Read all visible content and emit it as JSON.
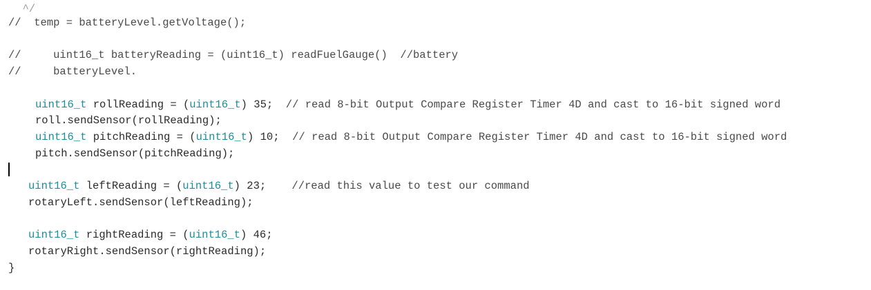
{
  "editor": {
    "lines": [
      {
        "segments": [
          {
            "text": "  ^/",
            "type": "faint"
          }
        ]
      },
      {
        "segments": [
          {
            "text": "//  temp = batteryLevel.getVoltage();",
            "type": "comment"
          }
        ]
      },
      {
        "segments": [
          {
            "text": "//     uint16_t batteryReading = (uint16_t) readFuelGauge()  //battery",
            "type": "comment"
          }
        ]
      },
      {
        "segments": [
          {
            "text": "//     batteryLevel.",
            "type": "comment"
          }
        ]
      },
      {
        "segments": [
          {
            "text": "uint16_t",
            "type": "keyword"
          },
          {
            "text": " rollReading = (",
            "type": "plain"
          },
          {
            "text": "uint16_t",
            "type": "keyword"
          },
          {
            "text": ") 35;  ",
            "type": "plain"
          },
          {
            "text": "// read 8-bit Output Compare Register Timer 4D and cast to 16-bit signed word",
            "type": "comment"
          }
        ]
      },
      {
        "segments": [
          {
            "text": "roll.sendSensor(rollReading);",
            "type": "plain"
          }
        ]
      },
      {
        "segments": [
          {
            "text": "uint16_t",
            "type": "keyword"
          },
          {
            "text": " pitchReading = (",
            "type": "plain"
          },
          {
            "text": "uint16_t",
            "type": "keyword"
          },
          {
            "text": ") 10;  ",
            "type": "plain"
          },
          {
            "text": "// read 8-bit Output Compare Register Timer 4D and cast to 16-bit signed word",
            "type": "comment"
          }
        ]
      },
      {
        "segments": [
          {
            "text": "pitch.sendSensor(pitchReading);",
            "type": "plain"
          }
        ]
      },
      {
        "segments": [
          {
            "text": "uint16_t",
            "type": "keyword"
          },
          {
            "text": " leftReading = (",
            "type": "plain"
          },
          {
            "text": "uint16_t",
            "type": "keyword"
          },
          {
            "text": ") 23;    ",
            "type": "plain"
          },
          {
            "text": "//read this value to test our command",
            "type": "comment"
          }
        ]
      },
      {
        "segments": [
          {
            "text": "rotaryLeft.sendSensor(leftReading);",
            "type": "plain"
          }
        ]
      },
      {
        "segments": [
          {
            "text": "uint16_t",
            "type": "keyword"
          },
          {
            "text": " rightReading = (",
            "type": "plain"
          },
          {
            "text": "uint16_t",
            "type": "keyword"
          },
          {
            "text": ") 46;",
            "type": "plain"
          }
        ]
      },
      {
        "segments": [
          {
            "text": "rotaryRight.sendSensor(rightReading);",
            "type": "plain"
          }
        ]
      },
      {
        "segments": [
          {
            "text": "}",
            "type": "plain"
          }
        ]
      }
    ]
  }
}
